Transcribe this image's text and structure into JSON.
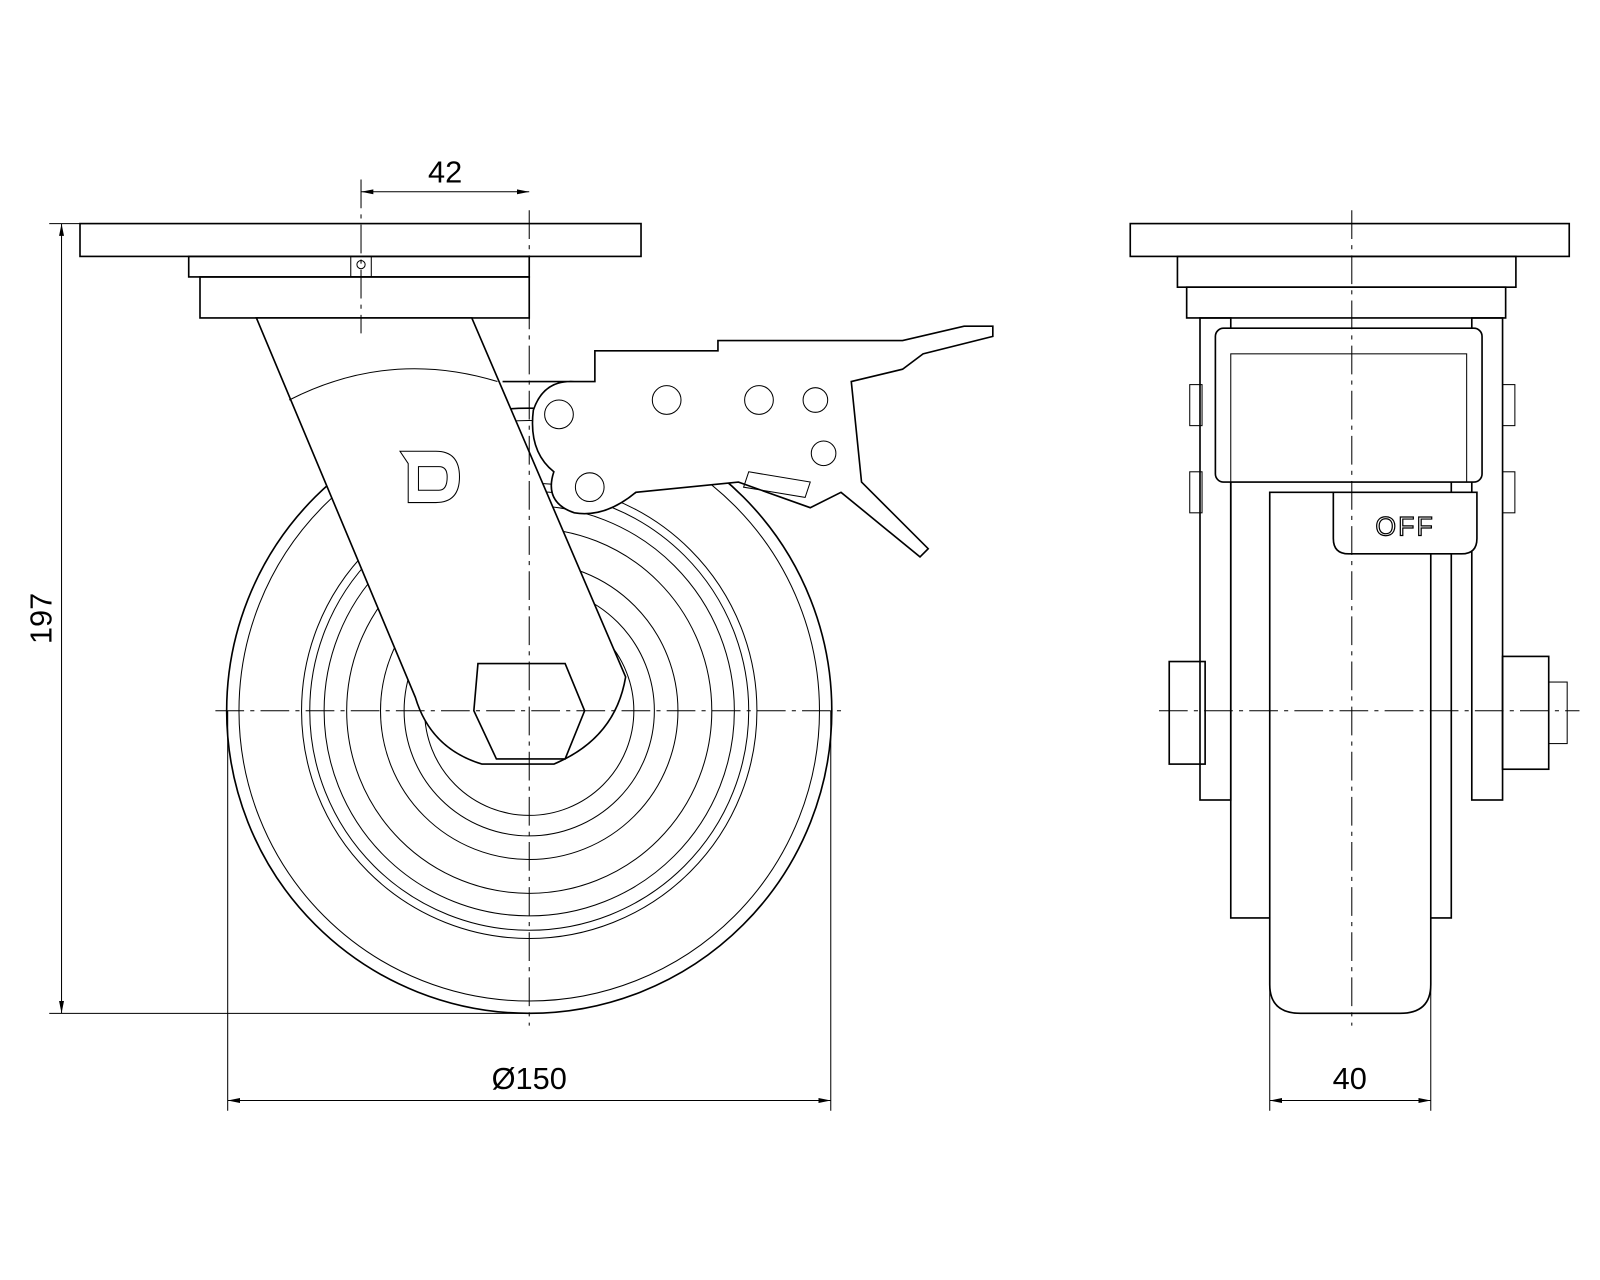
{
  "dimensions": {
    "swivel_offset": "42",
    "overall_height": "197",
    "wheel_diameter": "Ø150",
    "wheel_width": "40"
  },
  "brake_label": "OFF",
  "logo": "D"
}
